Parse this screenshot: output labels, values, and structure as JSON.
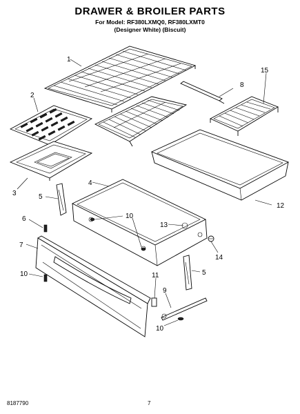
{
  "header": {
    "title": "DRAWER & BROILER PARTS",
    "model_line": "For Model: RF380LXMQ0, RF380LXMT0",
    "color_line": "(Designer White)   (Biscuit)"
  },
  "footer": {
    "doc_number": "8187790",
    "page_number": "7"
  },
  "callouts": [
    "1",
    "2",
    "3",
    "4",
    "5",
    "5",
    "6",
    "7",
    "8",
    "9",
    "10",
    "10",
    "10",
    "11",
    "12",
    "13",
    "14",
    "15"
  ]
}
